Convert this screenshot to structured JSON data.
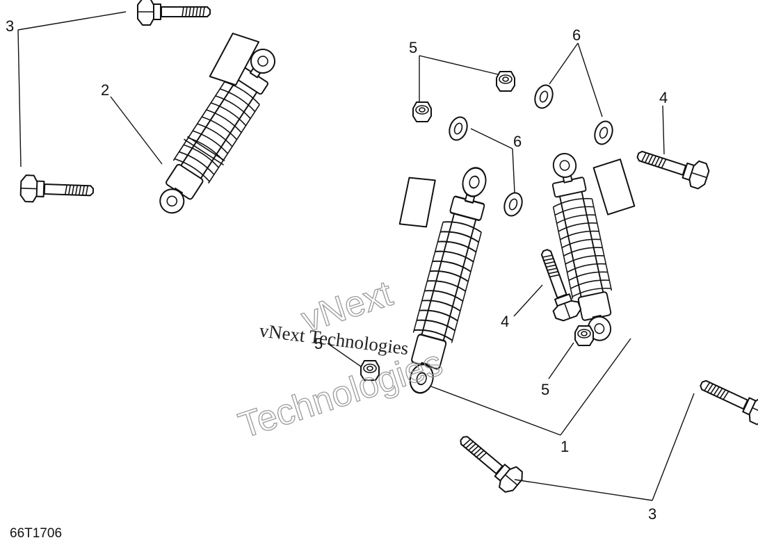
{
  "callouts": {
    "c1": "1",
    "c2": "2",
    "c3_top_left": "3",
    "c3_bottom_right": "3",
    "c4_right": "4",
    "c4_middle": "4",
    "c5_top": "5",
    "c5_middle": "5",
    "c5_lower": "5",
    "c6_top": "6",
    "c6_middle": "6"
  },
  "drawing_code": "66T1706",
  "watermark": {
    "line1": "vNext Technologies",
    "line2": "vNext",
    "line3": "Technologies"
  }
}
